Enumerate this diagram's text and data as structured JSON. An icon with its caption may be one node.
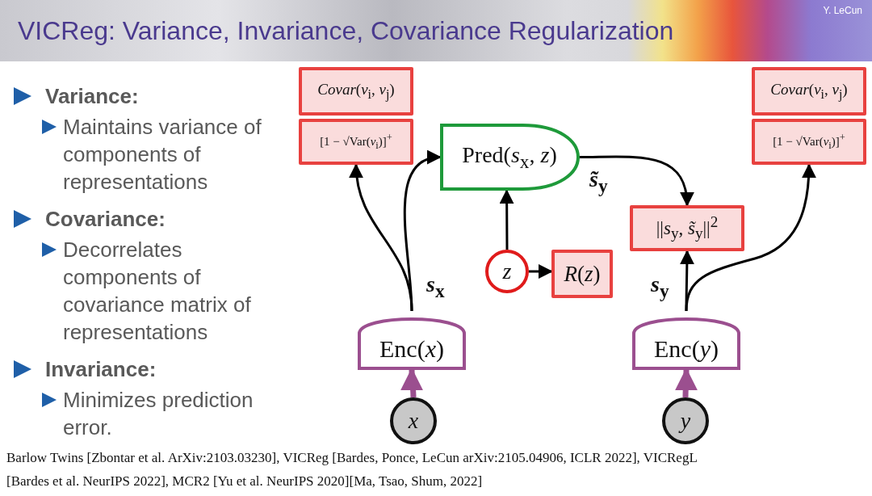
{
  "diagram": {
    "title": "VICReg: Variance, Invariance, Covariance Regularization",
    "nodes": [
      {
        "text": [
          "*Covar*(*v*$_{i}$, *v*$_{j}$)"
        ]
      },
      {
        "text": [
          "[1 − √Var(*v*$_{i}$)]$^{+}$"
        ]
      },
      {
        "text": [
          "Pred(*s*$_{x}$, *z*)"
        ]
      },
      {
        "text": [
          "*Covar*(*v*$_{i}$, *v*$_{j}$)"
        ]
      },
      {
        "text": [
          "[1 − √Var(*v*$_{i}$)]$^{+}$"
        ]
      },
      {
        "text": [
          "||*s*$_{y}$, *s̃*$_{y}$||$^{2}$"
        ]
      },
      {
        "text": [
          "*z*"
        ]
      },
      {
        "text": [
          "*R*(*z*)"
        ]
      },
      {
        "text": [
          "Enc(*x*)"
        ]
      },
      {
        "text": [
          "Enc(*y*)"
        ]
      },
      {
        "text": [
          "*x*"
        ]
      },
      {
        "text": [
          "*y*"
        ]
      }
    ],
    "edges": [
      {
        "from": 8,
        "to": 1,
        "arrow": "to"
      },
      {
        "from": 8,
        "to": 2,
        "arrow": "to",
        "label": "*s*$_{x}$"
      },
      {
        "from": 2,
        "to": 5,
        "arrow": "to",
        "label": "*s̃*$_{y}$"
      },
      {
        "from": 6,
        "to": 2,
        "arrow": "to"
      },
      {
        "from": 6,
        "to": 7,
        "arrow": "to"
      },
      {
        "from": 9,
        "to": 5,
        "arrow": "to",
        "label": "*s*$_{y}$"
      },
      {
        "from": 9,
        "to": 4,
        "arrow": "to"
      },
      {
        "from": 10,
        "to": 8,
        "arrow": "to",
        "style": "thick",
        "color": "#9b4f8f"
      },
      {
        "from": 11,
        "to": 9,
        "arrow": "to",
        "style": "thick",
        "color": "#9b4f8f"
      }
    ],
    "labels": [
      "Y. LeCun",
      "Variance:",
      "Maintains variance of components of representations",
      "Covariance:",
      "Decorrelates components of covariance matrix of representations",
      "Invariance:",
      "Minimizes prediction error.",
      "Barlow Twins [Zbontar et al. ArXiv:2103.03230], VICReg [Bardes, Ponce, LeCun arXiv:2105.04906, ICLR 2022], VICRegL [Bardes et al. NeurIPS 2022], MCR2 [Yu et al. NeurIPS 2020][Ma, Tsao, Shum, 2022]"
    ]
  }
}
